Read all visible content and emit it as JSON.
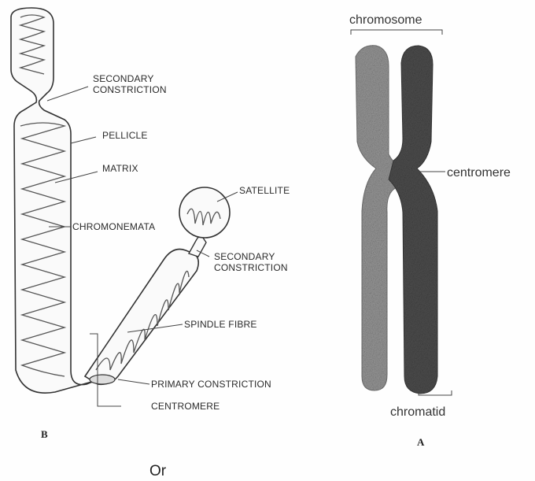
{
  "diagram_b": {
    "label": "B",
    "parts": {
      "secondary_constriction_1": "SECONDARY\nCONSTRICTION",
      "pellicle": "PELLICLE",
      "matrix": "MATRIX",
      "chromonemata": "CHROMONEMATA",
      "satellite": "SATELLITE",
      "secondary_constriction_2": "SECONDARY\nCONSTRICTION",
      "spindle_fibre": "SPINDLE FIBRE",
      "primary_constriction": "PRIMARY CONSTRICTION",
      "centromere": "CENTROMERE"
    }
  },
  "diagram_a": {
    "label": "A",
    "parts": {
      "chromosome": "chromosome",
      "centromere": "centromere",
      "chromatid": "chromatid"
    }
  },
  "separator": "Or"
}
